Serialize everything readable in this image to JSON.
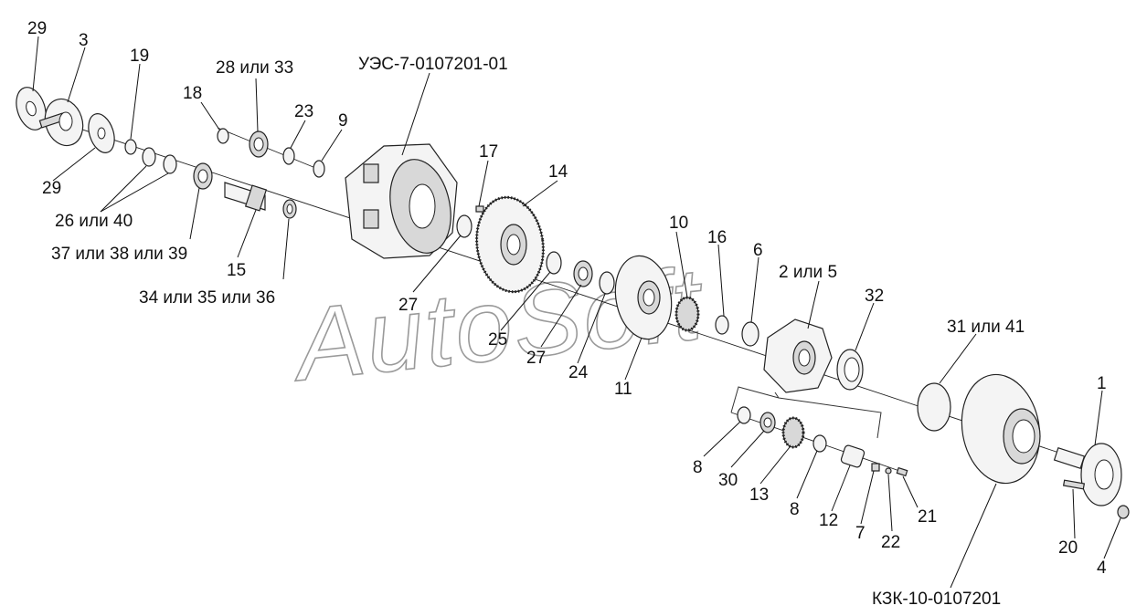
{
  "watermark": "AutoSoft",
  "assembly_labels": {
    "top": "УЭС-7-0107201-01",
    "bottom": "КЗК-10-0107201"
  },
  "callouts": [
    {
      "id": "c-29-top",
      "text": "29"
    },
    {
      "id": "c-3",
      "text": "3"
    },
    {
      "id": "c-19",
      "text": "19"
    },
    {
      "id": "c-18",
      "text": "18"
    },
    {
      "id": "c-28-33",
      "text": "28 или 33"
    },
    {
      "id": "c-23",
      "text": "23"
    },
    {
      "id": "c-9",
      "text": "9"
    },
    {
      "id": "c-29-bottom",
      "text": "29"
    },
    {
      "id": "c-26-40",
      "text": "26 или 40"
    },
    {
      "id": "c-37-38-39",
      "text": "37 или 38 или 39"
    },
    {
      "id": "c-15",
      "text": "15"
    },
    {
      "id": "c-34-35-36",
      "text": "34 или 35 или 36"
    },
    {
      "id": "c-17",
      "text": "17"
    },
    {
      "id": "c-14",
      "text": "14"
    },
    {
      "id": "c-27-a",
      "text": "27"
    },
    {
      "id": "c-25",
      "text": "25"
    },
    {
      "id": "c-27-b",
      "text": "27"
    },
    {
      "id": "c-24",
      "text": "24"
    },
    {
      "id": "c-10",
      "text": "10"
    },
    {
      "id": "c-16",
      "text": "16"
    },
    {
      "id": "c-6",
      "text": "6"
    },
    {
      "id": "c-2-5",
      "text": "2 или 5"
    },
    {
      "id": "c-32",
      "text": "32"
    },
    {
      "id": "c-11",
      "text": "11"
    },
    {
      "id": "c-31-41",
      "text": "31 или 41"
    },
    {
      "id": "c-1",
      "text": "1"
    },
    {
      "id": "c-8-a",
      "text": "8"
    },
    {
      "id": "c-30",
      "text": "30"
    },
    {
      "id": "c-13",
      "text": "13"
    },
    {
      "id": "c-8-b",
      "text": "8"
    },
    {
      "id": "c-12",
      "text": "12"
    },
    {
      "id": "c-7",
      "text": "7"
    },
    {
      "id": "c-22",
      "text": "22"
    },
    {
      "id": "c-21",
      "text": "21"
    },
    {
      "id": "c-20",
      "text": "20"
    },
    {
      "id": "c-4",
      "text": "4"
    }
  ]
}
